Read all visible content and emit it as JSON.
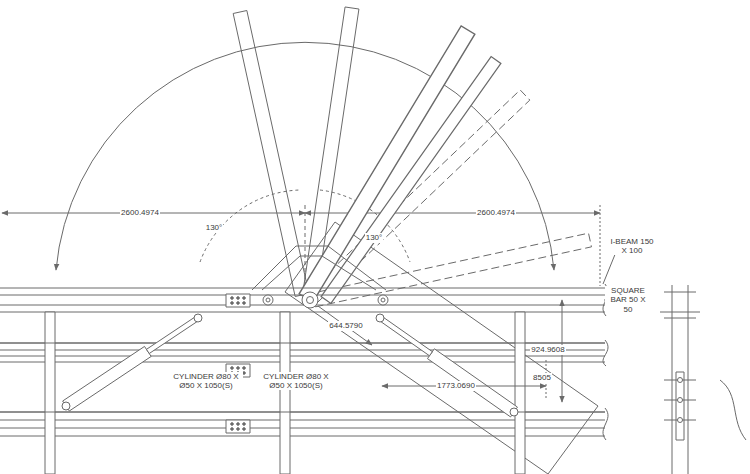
{
  "diagram": {
    "labels": [
      "2600.4974",
      "2600.4974",
      "130°",
      "130°",
      "I-BEAM 150 X 100",
      "SQUARE BAR 50 X 50",
      "644.5790",
      "924.9608",
      "1773.0690",
      "8505",
      "CYLINDER Ø80 X Ø50 X 1050(S)",
      "CYLINDER Ø80 X Ø50 X 1050(S)"
    ]
  }
}
